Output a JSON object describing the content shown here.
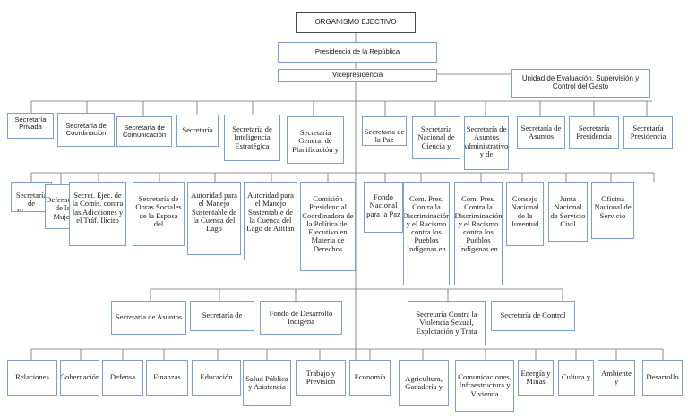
{
  "org": {
    "root": "ORGANISMO EJECTIVO",
    "presidencia": "Presidencia de la República",
    "vice": "Vicepresidencia",
    "unidad": "Unidad de Evaluación, Supervisión y Control del Gasto",
    "row1": [
      "Secretaría Privada",
      "Secretaría de Coordinación",
      "Secretaría de Comunicación",
      "Secretaría",
      "Secretaría de Inteligencia Estratégica",
      "Secretaría General de Planificación y",
      "Secretaría de la Paz",
      "Secretaría Nacional de Ciencia y",
      "Secretaría de Asuntos Administrativos y de",
      "Secretaría de Asuntos",
      "Secretaría Presidencia",
      "Secretaría Presidencia"
    ],
    "row2": [
      "Secretaría de Bienestar",
      "Defensoría de la Mujer",
      "Secret. Ejec. de la Comis. contra las Adicciones y el Tráf. Ilícito",
      "Secretaría de Obras Sociales de la Esposa del",
      "Autoridad para el Manejo Sustentable de la Cuenca del Lago",
      "Autoridad para el Manejo Sustentable de la Cuenca del Lago de Atitlán",
      "Comisión Presidencial Coordinadora de la Política del Ejecutivo en Materia de Derechos",
      "Fondo Nacional para la Paz",
      "Com. Pres. Contra la Discriminación y el Racismo contra los Pueblos Indígenas en",
      "Com. Pres. Contra la Discriminación y el Racismo contra los Pueblos Indígenas en",
      "Consejo Nacional de la Juventud",
      "Junta Nacional de Servicio Civil",
      "Oficina Nacional de Servicio"
    ],
    "row3": [
      "Secretaría de Asuntos",
      "Secretaría de",
      "Fondo de Desarrollo Indígena",
      "Secretaría Contra la Violencia Sexual, Explotación y Trata",
      "Secretaría de Control"
    ],
    "row4": [
      "Relaciones",
      "Gobernación",
      "Defensa",
      "Finanzas",
      "Educación",
      "Salud Pública y Asistencia",
      "Trabajo y Previsión",
      "Economía",
      "Agricultura, Ganadería y",
      "Comunicaciones, Infraestructura y Vivienda",
      "Energía y Minas",
      "Cultura y",
      "Ambiente y",
      "Desarrollo"
    ]
  }
}
